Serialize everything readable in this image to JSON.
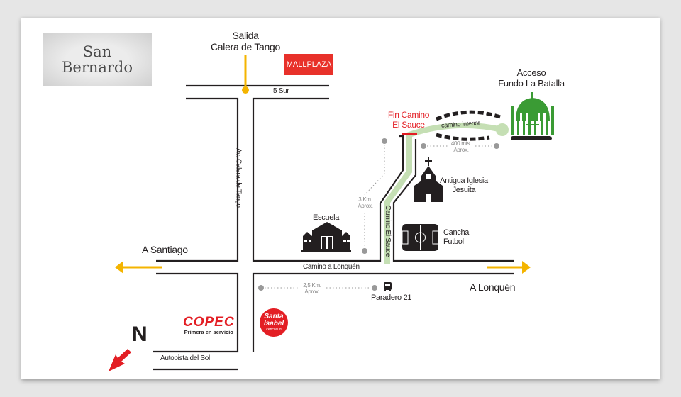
{
  "city_label": {
    "line1": "San",
    "line2": "Bernardo"
  },
  "exit_label": {
    "line1": "Salida",
    "line2": "Calera de Tango"
  },
  "brands": {
    "mallplaza": "MALLPLAZA",
    "copec": "COPEC",
    "copec_tagline": "Primera en servicio",
    "santa_isabel_line1": "Santa",
    "santa_isabel_line2": "Isabel",
    "santa_isabel_sub": "cencosud"
  },
  "roads": {
    "five_sur": "5 Sur",
    "calera_de_tango": "Av. Calera de Tango",
    "camino_lonquen": "Camino a Lonquén",
    "camino_el_sauce": "Camino El Sauce",
    "autopista": "Autopista del Sol",
    "camino_interior": "camino interior"
  },
  "destinations": {
    "santiago": "A Santiago",
    "lonquen": "A Lonquén",
    "fin_camino_line1": "Fin Camino",
    "fin_camino_line2": "El Sauce",
    "acceso_line1": "Acceso",
    "acceso_line2": "Fundo La Batalla"
  },
  "landmarks": {
    "escuela": "Escuela",
    "iglesia_line1": "Antigua Iglesia",
    "iglesia_line2": "Jesuita",
    "cancha_line1": "Cancha",
    "cancha_line2": "Futbol",
    "paradero": "Paradero 21"
  },
  "distances": {
    "d400_line1": "400 mts.",
    "d400_line2": "Aprox.",
    "d3km_line1": "3 Km.",
    "d3km_line2": "Aprox.",
    "d25km_line1": "2,5 Km.",
    "d25km_line2": "Aprox."
  },
  "compass": "N",
  "colors": {
    "road": "#231f20",
    "route": "#c5dfb4",
    "arrow": "#f4b400",
    "highlight": "#e31e24",
    "gate": "#3a9b34"
  }
}
